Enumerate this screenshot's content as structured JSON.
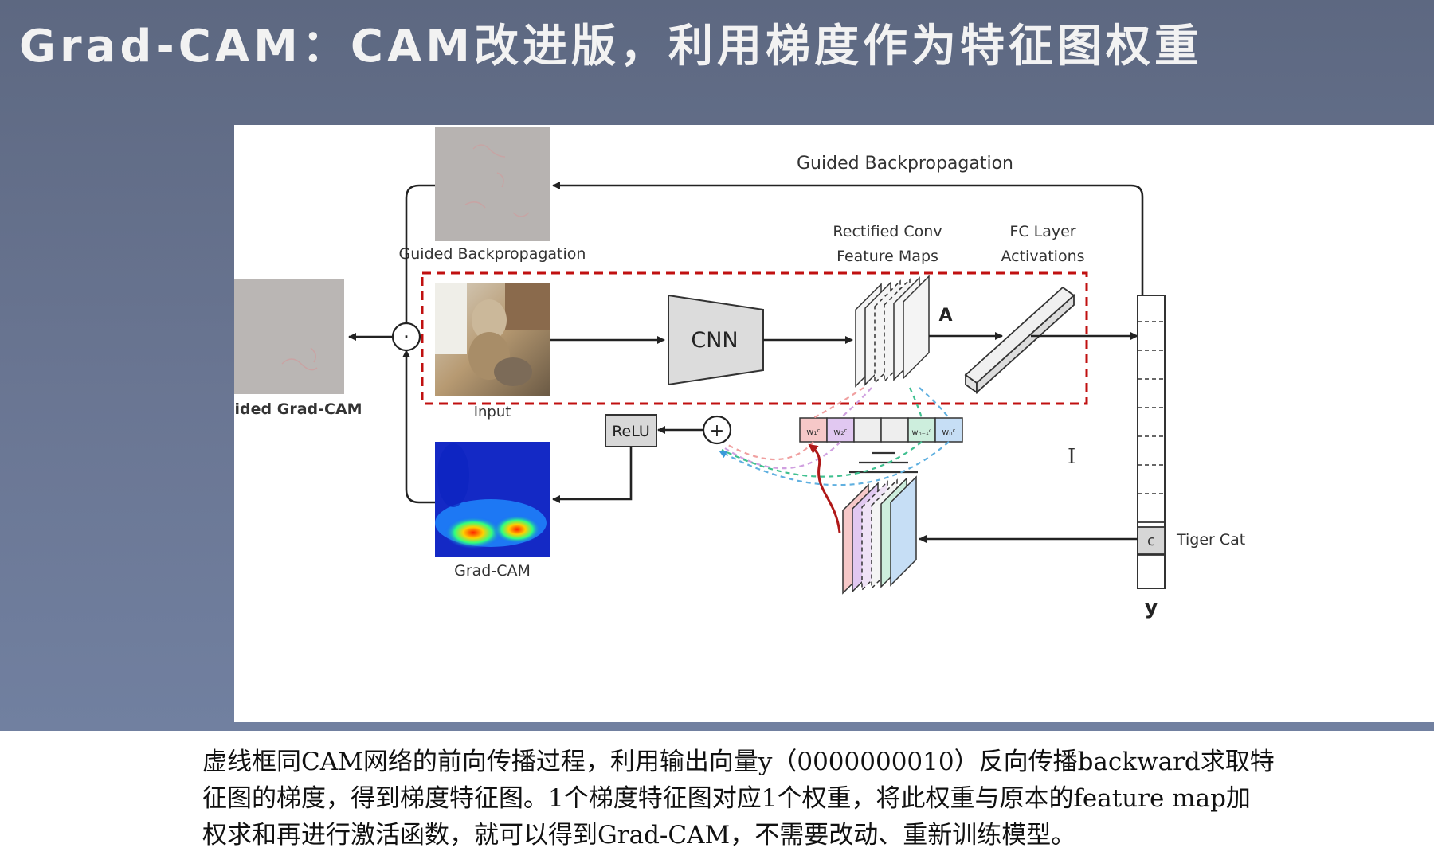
{
  "slide": {
    "title": "Grad-CAM：CAM改进版，利用梯度作为特征图权重",
    "colors": {
      "background": "#6a7693",
      "title": "#f2f2f2",
      "dashed_box": "#c01010",
      "annotation_arrow": "#b01818"
    }
  },
  "diagram": {
    "guided_backprop_top_label": "Guided Backpropagation",
    "guided_backprop_image_label": "Guided Backpropagation",
    "guided_gradcam_label": "Guided Grad-CAM",
    "input_label": "Input",
    "cnn_label": "CNN",
    "feature_maps_label_line1": "Rectified Conv",
    "feature_maps_label_line2": "Feature Maps",
    "fc_label_line1": "FC Layer",
    "fc_label_line2": "Activations",
    "a_label": "A",
    "relu_label": "ReLU",
    "plus_symbol": "+",
    "dot_symbol": "·",
    "gradcam_label": "Grad-CAM",
    "weights": [
      "w₁ᶜ",
      "w₂ᶜ",
      "",
      "",
      "wₙ₋₁ᶜ",
      "wₙᶜ"
    ],
    "c_label": "c",
    "tiger_cat_label": "Tiger Cat",
    "y_label": "y",
    "text_cursor_icon": "I"
  },
  "caption": {
    "line1": "虚线框同CAM网络的前向传播过程，利用输出向量y（0000000010）反向传播backward求取特",
    "line2": "征图的梯度，得到梯度特征图。1个梯度特征图对应1个权重，将此权重与原本的feature map加",
    "line3": "权求和再进行激活函数，就可以得到Grad-CAM，不需要改动、重新训练模型。"
  }
}
